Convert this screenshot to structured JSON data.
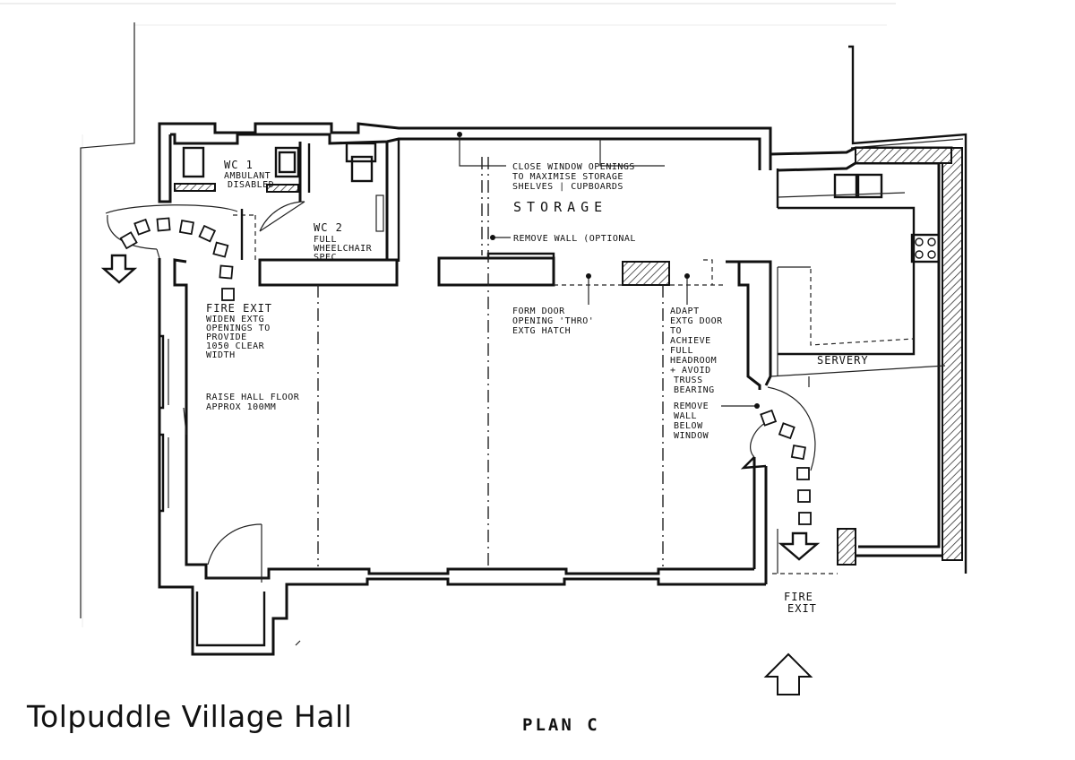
{
  "title": "Tolpuddle Village Hall",
  "plan_label": "PLAN   C",
  "labels": {
    "wc1_line1": "WC 1",
    "wc1_line2": "AMBULANT",
    "wc1_line3": "DISABLED",
    "wc2_line1": "WC 2",
    "wc2_line2": "FULL",
    "wc2_line3": "WHEELCHAIR",
    "wc2_line4": "SPEC",
    "close_window_1": "CLOSE WINDOW OPENINGS",
    "close_window_2": "TO MAXIMISE STORAGE",
    "close_window_3": "SHELVES | CUPBOARDS",
    "storage": "STORAGE",
    "remove_wall_optional": "REMOVE WALL (OPTIONAL",
    "fire_exit_west_1": "FIRE EXIT",
    "fire_exit_west_2": "WIDEN EXTG",
    "fire_exit_west_3": "OPENINGS TO",
    "fire_exit_west_4": "PROVIDE",
    "fire_exit_west_5": "1050 CLEAR",
    "fire_exit_west_6": "WIDTH",
    "raise_floor_1": "RAISE HALL FLOOR",
    "raise_floor_2": "APPROX 100MM",
    "form_door_1": "FORM DOOR",
    "form_door_2": "OPENING 'THRO'",
    "form_door_3": "EXTG HATCH",
    "adapt_door_1": "ADAPT",
    "adapt_door_2": "EXTG DOOR",
    "adapt_door_3": "TO",
    "adapt_door_4": "ACHIEVE",
    "adapt_door_5": "FULL",
    "adapt_door_6": "HEADROOM",
    "adapt_door_7": "+ AVOID",
    "adapt_door_8": "TRUSS",
    "adapt_door_9": "BEARING",
    "servery": "SERVERY",
    "remove_wall_1": "REMOVE",
    "remove_wall_2": "WALL",
    "remove_wall_3": "BELOW",
    "remove_wall_4": "WINDOW",
    "fire_exit_east_1": "FIRE",
    "fire_exit_east_2": "EXIT"
  },
  "icons": {
    "north_arrow": "north-arrow-icon",
    "exit_arrow": "exit-arrow-icon"
  }
}
